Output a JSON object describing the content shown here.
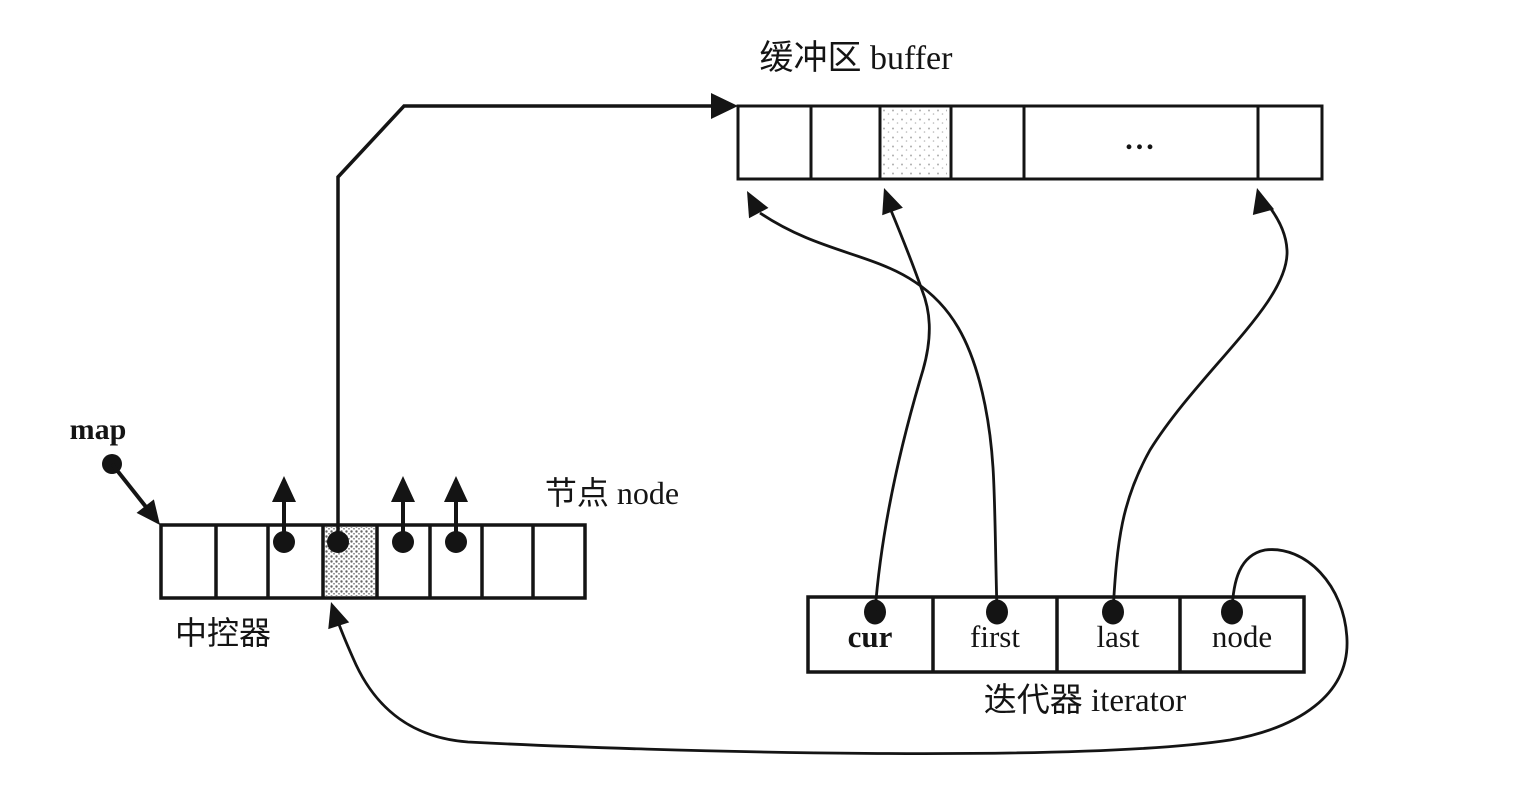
{
  "buffer": {
    "label": "缓冲区 buffer",
    "ellipsis": "...",
    "cell_count": 6
  },
  "map": {
    "pointer_label": "map",
    "node_label": "节点 node",
    "controller_label": "中控器",
    "cell_count": 8
  },
  "iterator": {
    "label": "迭代器 iterator",
    "fields": [
      {
        "label": "cur"
      },
      {
        "label": "first"
      },
      {
        "label": "last"
      },
      {
        "label": "node"
      }
    ]
  },
  "colors": {
    "ink": "#141414",
    "paper": "#ffffff"
  }
}
